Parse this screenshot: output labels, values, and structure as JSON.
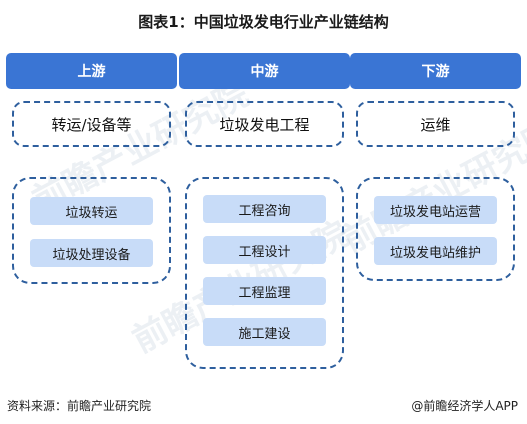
{
  "title": "图表1：中国垃圾发电行业产业链结构",
  "columns": [
    {
      "header": "上游",
      "category": "转运/设备等",
      "items": [
        "垃圾转运",
        "垃圾处理设备"
      ]
    },
    {
      "header": "中游",
      "category": "垃圾发电工程",
      "items": [
        "工程咨询",
        "工程设计",
        "工程监理",
        "施工建设"
      ]
    },
    {
      "header": "下游",
      "category": "运维",
      "items": [
        "垃圾发电站运营",
        "垃圾发电站维护"
      ]
    }
  ],
  "watermark": "前瞻产业研究院",
  "source": "资料来源：前瞻产业研究院",
  "brand": "@前瞻经济学人APP",
  "colors": {
    "header_bg": "#3a75d4",
    "item_bg": "#c8dcf8",
    "dash_border": "#2e5f9e"
  }
}
